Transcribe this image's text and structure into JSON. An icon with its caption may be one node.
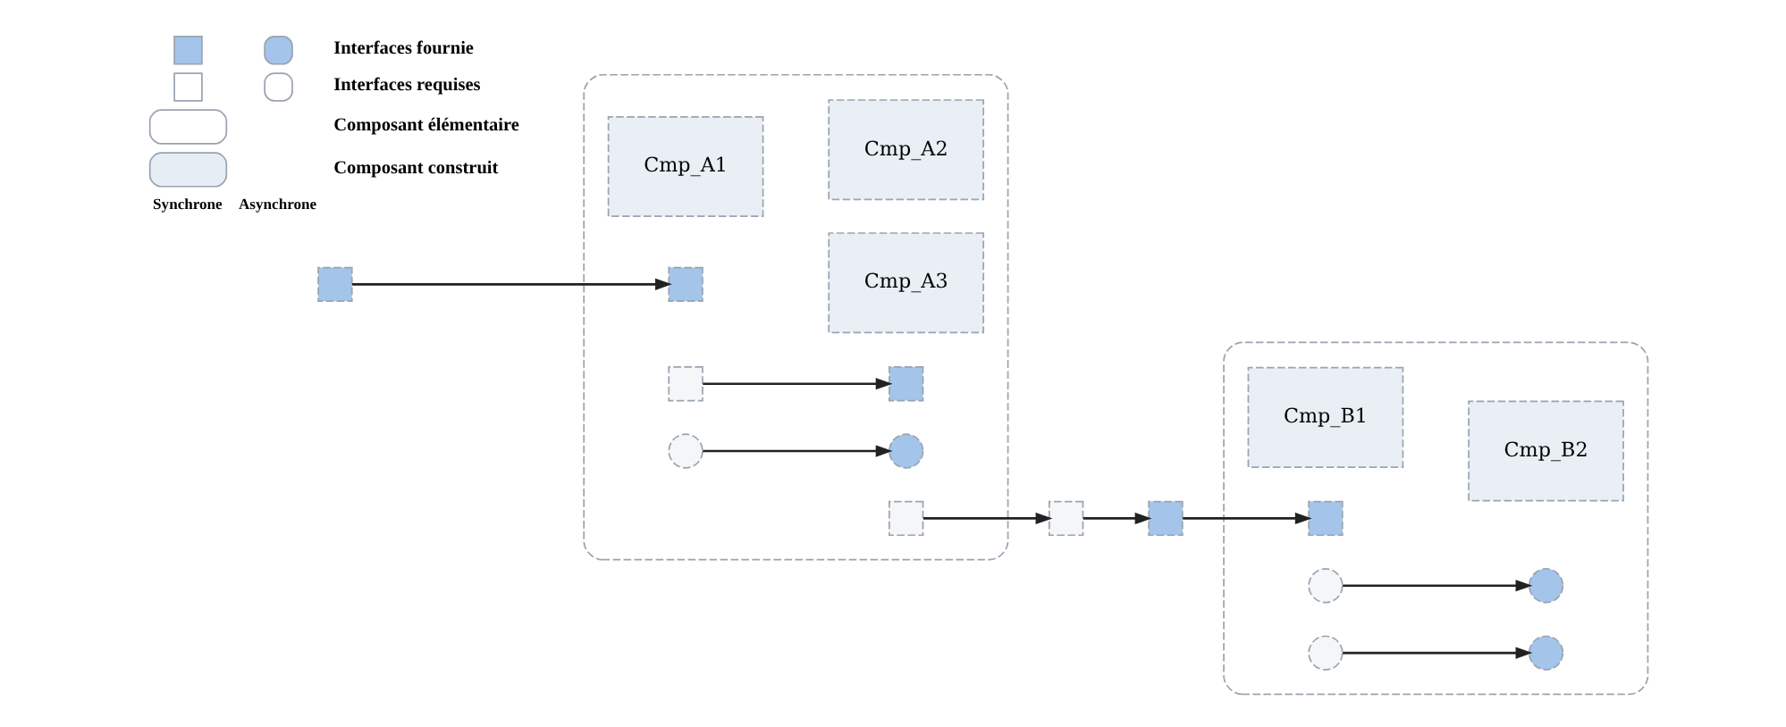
{
  "diagram": {
    "nodes": [
      {
        "text": [],
        "shape": "box"
      },
      {
        "text": [],
        "shape": "box"
      },
      {
        "text": [
          "Cmp_A1"
        ],
        "in": 0
      },
      {
        "text": [
          "Cmp_A2"
        ],
        "in": 0
      },
      {
        "text": [
          "Cmp_A3"
        ],
        "in": 0
      },
      {
        "text": [
          "Cmp_B1"
        ],
        "in": 1
      },
      {
        "text": [
          "Cmp_B2"
        ],
        "in": 1
      },
      {
        "text": [],
        "shape": "box"
      },
      {
        "text": [],
        "shape": "box",
        "in": 0
      },
      {
        "text": [],
        "shape": "box",
        "in": 0
      },
      {
        "text": [],
        "shape": "circle",
        "in": 0
      },
      {
        "text": [],
        "shape": "box",
        "in": 0
      },
      {
        "text": [],
        "shape": "box",
        "in": 0
      },
      {
        "text": [],
        "shape": "circle",
        "in": 0
      },
      {
        "text": [],
        "shape": "box"
      },
      {
        "text": [],
        "shape": "box"
      },
      {
        "text": [],
        "shape": "box",
        "in": 1
      },
      {
        "text": [],
        "shape": "circle",
        "in": 1
      },
      {
        "text": [],
        "shape": "circle",
        "in": 1
      },
      {
        "text": [],
        "shape": "circle",
        "in": 1
      },
      {
        "text": [],
        "shape": "circle",
        "in": 1
      }
    ],
    "edges": [
      {
        "from": 7,
        "to": 8,
        "arrow": "to"
      },
      {
        "from": 9,
        "to": 11,
        "arrow": "to"
      },
      {
        "from": 10,
        "to": 13,
        "arrow": "to"
      },
      {
        "from": 12,
        "to": 14,
        "arrow": "to"
      },
      {
        "from": 14,
        "to": 15,
        "arrow": "to"
      },
      {
        "from": 15,
        "to": 16,
        "arrow": "to"
      },
      {
        "from": 17,
        "to": 19,
        "arrow": "to"
      },
      {
        "from": 18,
        "to": 20,
        "arrow": "to"
      }
    ],
    "labels": [
      "Synchrone",
      "Asynchrone"
    ],
    "legend": [
      {
        "text": "Interfaces fournie"
      },
      {
        "text": "Interfaces requises"
      },
      {
        "text": "Composant élémentaire",
        "color": "#ffffff"
      },
      {
        "text": "Composant construit",
        "color": "#e6edf4"
      }
    ]
  }
}
